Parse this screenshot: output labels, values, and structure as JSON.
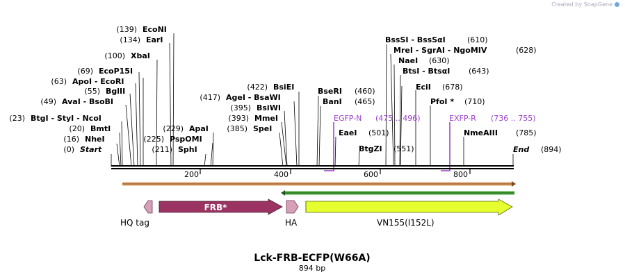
{
  "watermark": "Created by SnapGene",
  "title": "Lck-FRB-ECFP(W66A)",
  "length_label": "894 bp",
  "ruler_ticks": [
    "200",
    "400",
    "600",
    "800"
  ],
  "enzymes": [
    {
      "pos": "(139)",
      "name": "EcoNI"
    },
    {
      "pos": "(134)",
      "name": "EarI"
    },
    {
      "pos": "(100)",
      "name": "XbaI"
    },
    {
      "pos": "(69)",
      "name": "EcoP15I"
    },
    {
      "pos": "(63)",
      "name": "ApoI  - EcoRI"
    },
    {
      "pos": "(55)",
      "name": "BglII"
    },
    {
      "pos": "(49)",
      "name": "AvaI  - BsoBI"
    },
    {
      "pos": "(23)",
      "name": "BtgI  - StyI  - NcoI"
    },
    {
      "pos": "(20)",
      "name": "BmtI"
    },
    {
      "pos": "(16)",
      "name": "NheI"
    },
    {
      "pos": "(0)",
      "name": "Start"
    },
    {
      "pos": "(229)",
      "name": "ApaI"
    },
    {
      "pos": "(225)",
      "name": "PspOMI"
    },
    {
      "pos": "(211)",
      "name": "SphI"
    },
    {
      "pos": "(422)",
      "name": "BsiEI"
    },
    {
      "pos": "(417)",
      "name": "AgeI  - BsaWI"
    },
    {
      "pos": "(395)",
      "name": "BsiWI"
    },
    {
      "pos": "(393)",
      "name": "MmeI"
    },
    {
      "pos": "(385)",
      "name": "SpeI"
    },
    {
      "pos": "(460)",
      "name": "BseRI"
    },
    {
      "pos": "(465)",
      "name": "BanI"
    },
    {
      "pos": "(501)",
      "name": "EaeI"
    },
    {
      "pos": "(551)",
      "name": "BtgZI"
    },
    {
      "pos": "(610)",
      "name": "BssSI  - BssSαI"
    },
    {
      "pos": "(628)",
      "name": "MreI  - SgrAI  - NgoMIV"
    },
    {
      "pos": "(630)",
      "name": "NaeI"
    },
    {
      "pos": "(643)",
      "name": "BtsI  - BtsαI"
    },
    {
      "pos": "(678)",
      "name": "EciI"
    },
    {
      "pos": "(710)",
      "name": "PfoI *"
    },
    {
      "pos": "(785)",
      "name": "NmeAIII"
    },
    {
      "pos": "(894)",
      "name": "End"
    }
  ],
  "primers": [
    {
      "name": "EGFP-N",
      "range": "(475 .. 496)"
    },
    {
      "name": "EXFP-R",
      "range": "(736 .. 755)"
    }
  ],
  "features": [
    {
      "name": "HQ tag",
      "color": "#d6a0b8"
    },
    {
      "name": "FRB*",
      "color": "#9b3462"
    },
    {
      "name": "HA",
      "color": "#d6a0b8"
    },
    {
      "name": "VN155(I152L)",
      "color": "#e6ff2e"
    }
  ],
  "colors": {
    "primer": "#9a3ec9",
    "orange_line": "#e3a36a",
    "green_line": "#4caa3c"
  }
}
